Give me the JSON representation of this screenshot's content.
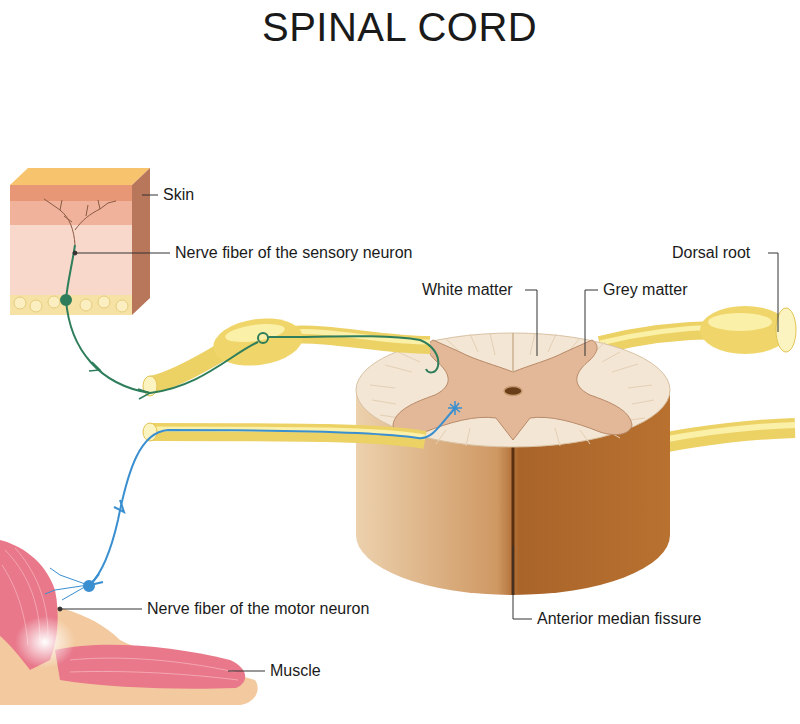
{
  "diagram": {
    "title": "SPINAL CORD",
    "labels": [
      "Skin",
      "Nerve fiber of the sensory neuron",
      "White matter",
      "Grey matter",
      "Dorsal root",
      "Nerve fiber of the motor neuron",
      "Muscle",
      "Anterior median fissure"
    ]
  }
}
